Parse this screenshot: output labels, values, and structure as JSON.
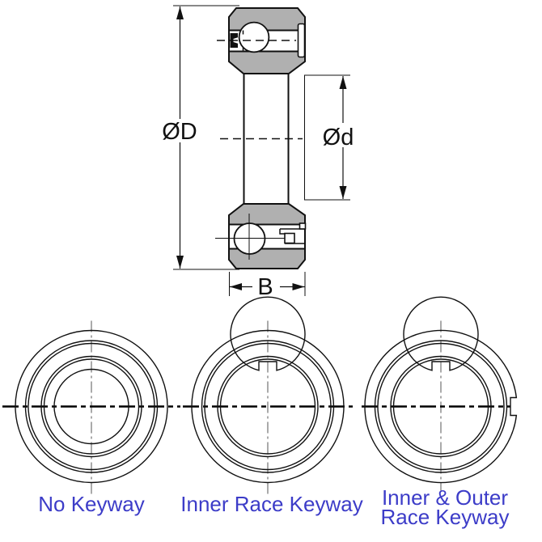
{
  "colors": {
    "line": "#111111",
    "steel_gray": "#b0b0b0",
    "label_blue": "#3c3cc8"
  },
  "cross_section": {
    "name": "one-way-clutch-bearing-cross-section",
    "dim_outer_label": "ØD",
    "dim_inner_label": "Ød",
    "dim_width_label": "B"
  },
  "front_views": [
    {
      "id": "no-keyway",
      "label": "No Keyway"
    },
    {
      "id": "inner-race-keyway",
      "label": "Inner Race Keyway"
    },
    {
      "id": "inner-outer-race-keyway",
      "label": "Inner & Outer Race Keyway",
      "label_line1": "Inner & Outer",
      "label_line2": "Race Keyway"
    }
  ]
}
